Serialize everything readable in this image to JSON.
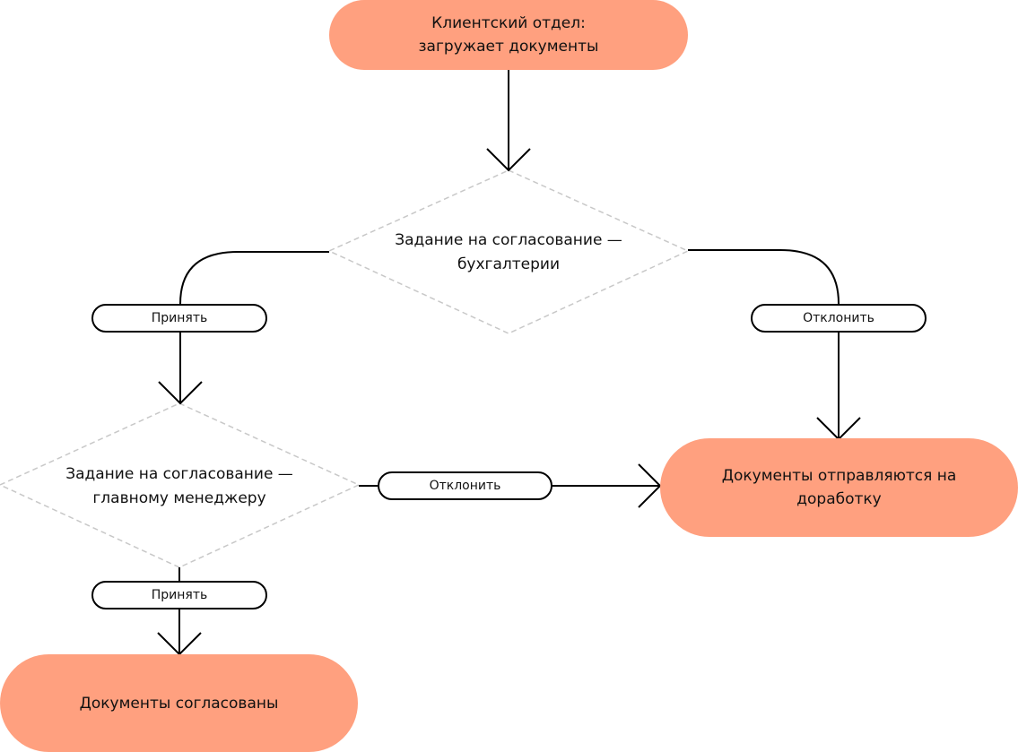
{
  "nodes": {
    "start": {
      "line1": "Клиентский отдел:",
      "line2": "загружает документы"
    },
    "accounting_review": {
      "line1": "Задание на согласование  —",
      "line2": "бухгалтерии"
    },
    "manager_review": {
      "line1": "Задание на согласование  —",
      "line2": "главному менеджеру"
    },
    "rework": {
      "line1": "Документы отправляются на",
      "line2": "доработку"
    },
    "approved": {
      "line1": "Документы согласованы"
    }
  },
  "edges": {
    "accounting_accept": "Принять",
    "accounting_reject": "Отклонить",
    "manager_reject": "Отклонить",
    "manager_accept": "Принять"
  },
  "colors": {
    "terminal_fill": "#ffa07f",
    "decision_border": "#c8c8c8",
    "line": "#000000"
  }
}
